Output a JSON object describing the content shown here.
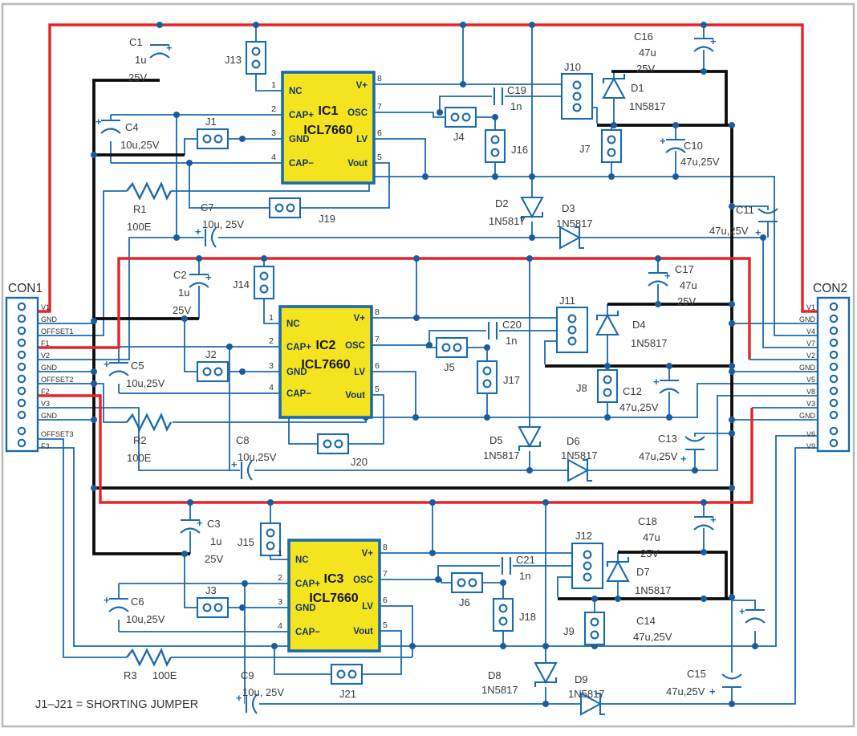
{
  "note": "J1–J21 = SHORTING JUMPER",
  "colors": {
    "wire_blue": "#1a6aad",
    "supply_red": "#e62327",
    "ground_black": "#0c0c0c",
    "ic_fill": "#f4e41f"
  },
  "con1": {
    "label": "CON1",
    "pins": [
      "V1",
      "GND",
      "OFFSET1",
      "F1",
      "V2",
      "GND",
      "OFFSET2",
      "F2",
      "V3",
      "GND",
      "OFFSET3",
      "F3"
    ]
  },
  "con2": {
    "label": "CON2",
    "pins": [
      "V1",
      "GND",
      "V4",
      "V7",
      "V2",
      "GND",
      "V5",
      "V8",
      "V3",
      "GND",
      "V6",
      "V9"
    ]
  },
  "ics": [
    {
      "ref": "IC1",
      "part": "ICL7660",
      "left_pins": [
        "NC",
        "CAP+",
        "GND",
        "CAP−"
      ],
      "right_pins": [
        "V+",
        "OSC",
        "LV",
        "Vout"
      ],
      "left_nums": [
        "1",
        "2",
        "3",
        "4"
      ],
      "right_nums": [
        "8",
        "7",
        "6",
        "5"
      ]
    },
    {
      "ref": "IC2",
      "part": "ICL7660",
      "left_pins": [
        "NC",
        "CAP+",
        "GND",
        "CAP−"
      ],
      "right_pins": [
        "V+",
        "OSC",
        "LV",
        "Vout"
      ],
      "left_nums": [
        "1",
        "2",
        "3",
        "4"
      ],
      "right_nums": [
        "8",
        "7",
        "6",
        "5"
      ]
    },
    {
      "ref": "IC3",
      "part": "ICL7660",
      "left_pins": [
        "NC",
        "CAP+",
        "GND",
        "CAP−"
      ],
      "right_pins": [
        "V+",
        "OSC",
        "LV",
        "Vout"
      ],
      "left_nums": [
        "1",
        "2",
        "3",
        "4"
      ],
      "right_nums": [
        "8",
        "7",
        "6",
        "5"
      ]
    }
  ],
  "caps": {
    "C1": [
      "C1",
      "1u",
      "25V"
    ],
    "C2": [
      "C2",
      "1u",
      "25V"
    ],
    "C3": [
      "C3",
      "1u",
      "25V"
    ],
    "C4": [
      "C4",
      "10u,25V"
    ],
    "C5": [
      "C5",
      "10u,25V"
    ],
    "C6": [
      "C6",
      "10u,25V"
    ],
    "C7": [
      "C7",
      "10u, 25V"
    ],
    "C8": [
      "C8",
      "10u,25V"
    ],
    "C9": [
      "C9",
      "10u, 25V"
    ],
    "C10": [
      "C10",
      "47u,25V"
    ],
    "C11": [
      "C11",
      "47u,25V"
    ],
    "C12": [
      "C12",
      "47u,25V"
    ],
    "C13": [
      "C13",
      "47u,25V"
    ],
    "C14": [
      "C14",
      "47u,25V"
    ],
    "C15": [
      "C15",
      "47u,25V"
    ],
    "C16": [
      "C16",
      "47u",
      "25V"
    ],
    "C17": [
      "C17",
      "47u",
      "25V"
    ],
    "C18": [
      "C18",
      "47u",
      "25V"
    ],
    "C19": [
      "C19",
      "1n"
    ],
    "C20": [
      "C20",
      "1n"
    ],
    "C21": [
      "C21",
      "1n"
    ]
  },
  "diodes": {
    "D1": [
      "D1",
      "1N5817"
    ],
    "D2": [
      "D2",
      "1N5817"
    ],
    "D3": [
      "D3",
      "1N5817"
    ],
    "D4": [
      "D4",
      "1N5817"
    ],
    "D5": [
      "D5",
      "1N5817"
    ],
    "D6": [
      "D6",
      "1N5817"
    ],
    "D7": [
      "D7",
      "1N5817"
    ],
    "D8": [
      "D8",
      "1N5817"
    ],
    "D9": [
      "D9",
      "1N5817"
    ]
  },
  "resistors": {
    "R1": [
      "R1",
      "100E"
    ],
    "R2": [
      "R2",
      "100E"
    ],
    "R3": [
      "R3",
      "100E"
    ]
  },
  "jumpers": {
    "J1": "J1",
    "J2": "J2",
    "J3": "J3",
    "J4": "J4",
    "J5": "J5",
    "J6": "J6",
    "J7": "J7",
    "J8": "J8",
    "J9": "J9",
    "J10": "J10",
    "J11": "J11",
    "J12": "J12",
    "J13": "J13",
    "J14": "J14",
    "J15": "J15",
    "J16": "J16",
    "J17": "J17",
    "J18": "J18",
    "J19": "J19",
    "J20": "J20",
    "J21": "J21"
  },
  "plus": "+"
}
